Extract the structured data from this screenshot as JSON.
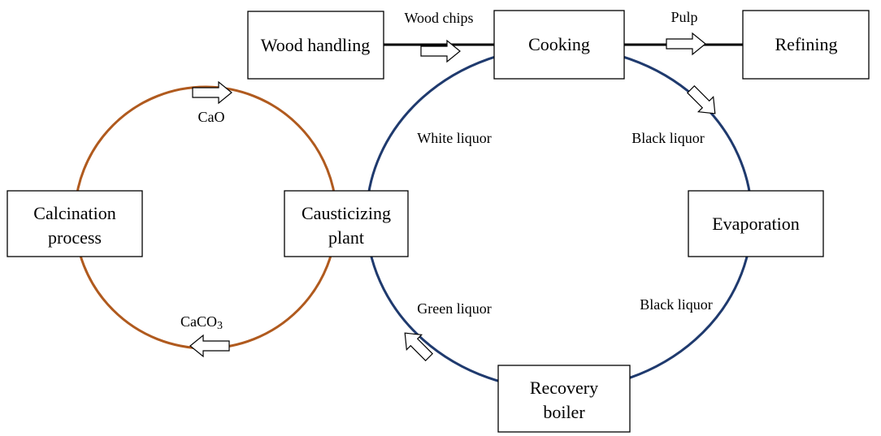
{
  "colors": {
    "causticizing_loop": "#b05a1e",
    "liquor_loop": "#1f3a6e",
    "line": "#000000"
  },
  "nodes": {
    "wood_handling": "Wood handling",
    "cooking": "Cooking",
    "refining": "Refining",
    "evaporation": "Evaporation",
    "recovery_boiler": {
      "line1": "Recovery",
      "line2": "boiler"
    },
    "causticizing_plant": {
      "line1": "Causticizing",
      "line2": "plant"
    },
    "calcination_process": {
      "line1": "Calcination",
      "line2": "process"
    }
  },
  "flows": {
    "wood_chips": "Wood chips",
    "pulp": "Pulp",
    "white_liquor": "White liquor",
    "black_liquor_top": "Black liquor",
    "black_liquor_bottom": "Black liquor",
    "green_liquor": "Green liquor",
    "cao": "CaO",
    "caco3_main": "CaCO",
    "caco3_sub": "3"
  }
}
